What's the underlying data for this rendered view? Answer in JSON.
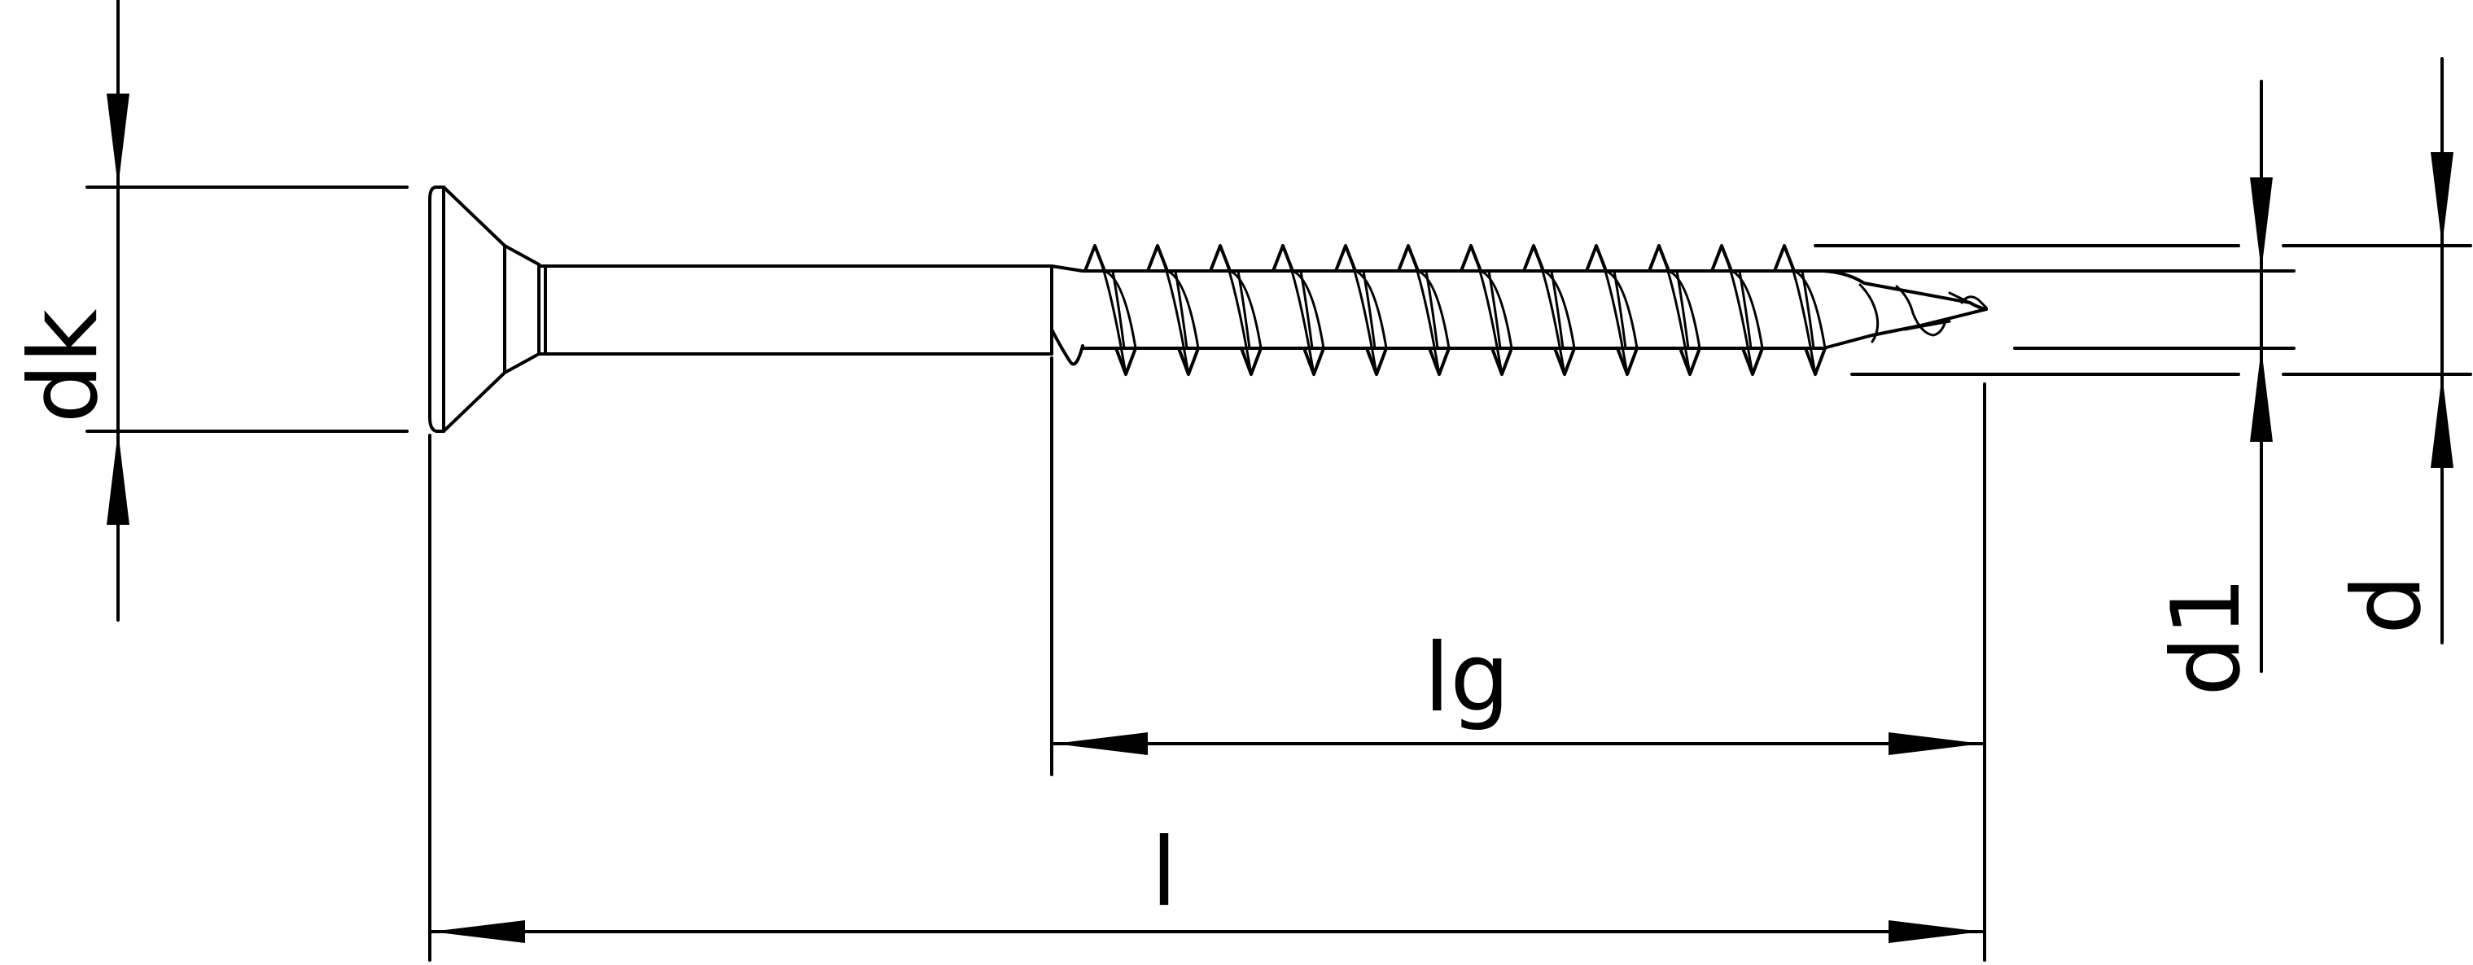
{
  "drawing": {
    "dimensions": {
      "head_diameter": "dk",
      "thread_length": "lg",
      "total_length": "l",
      "core_diameter": "d1",
      "nominal_diameter": "d"
    },
    "colors": {
      "line": "#000000",
      "background": "#ffffff"
    }
  }
}
